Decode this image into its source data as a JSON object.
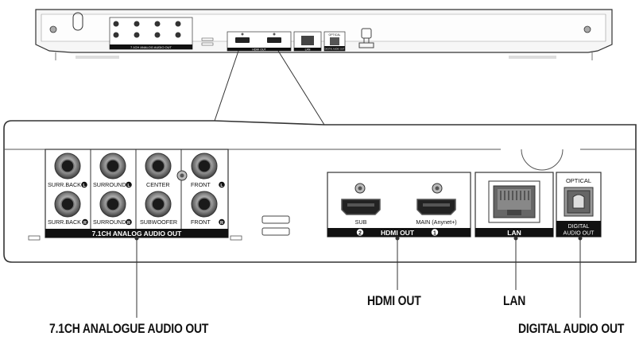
{
  "analog_panel": {
    "labels": [
      "SURR.BACK",
      "SURROUND",
      "CENTER",
      "FRONT",
      "SURR.BACK",
      "SURROUND",
      "SUBWOOFER",
      "FRONT"
    ],
    "title": "7.1CH ANALOG AUDIO OUT",
    "channel_marks": [
      "L",
      "L",
      "R",
      "R",
      "L",
      "R"
    ]
  },
  "hdmi_panel": {
    "sub_label": "SUB",
    "main_label": "MAIN (Anynet+)",
    "footer": "HDMI OUT",
    "num_two": "2",
    "num_one": "1"
  },
  "lan_panel": {
    "footer": "LAN"
  },
  "optical_panel": {
    "top_label": "OPTICAL",
    "footer_line1": "DIGITAL",
    "footer_line2": "AUDIO OUT"
  },
  "small_device": {
    "analog_caption": "7.1CH ANALOG AUDIO OUT",
    "hdmi_caption": "HDMI OUT",
    "lan_caption": "LAN",
    "optical_caption": "OPTICAL",
    "digital_caption": "DIGITAL AUDIO OUT"
  },
  "callouts": {
    "analogue": "7.1CH ANALOGUE AUDIO OUT",
    "hdmi": "HDMI OUT",
    "lan": "LAN",
    "digital": "DIGITAL AUDIO OUT"
  },
  "colors": {
    "panel_stroke": "#333333",
    "label_bar": "#111111",
    "jack_dark": "#1a1a1a",
    "jack_ring": "#8a8a8a"
  }
}
